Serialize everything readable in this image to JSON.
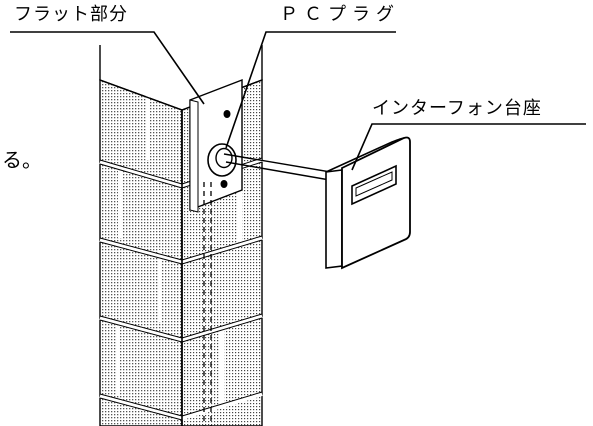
{
  "labels": {
    "flat_part": "フラット部分",
    "pc_plug": "ＰＣプラグ",
    "intercom_base": "インターフォン台座",
    "cut_text": "る。"
  }
}
